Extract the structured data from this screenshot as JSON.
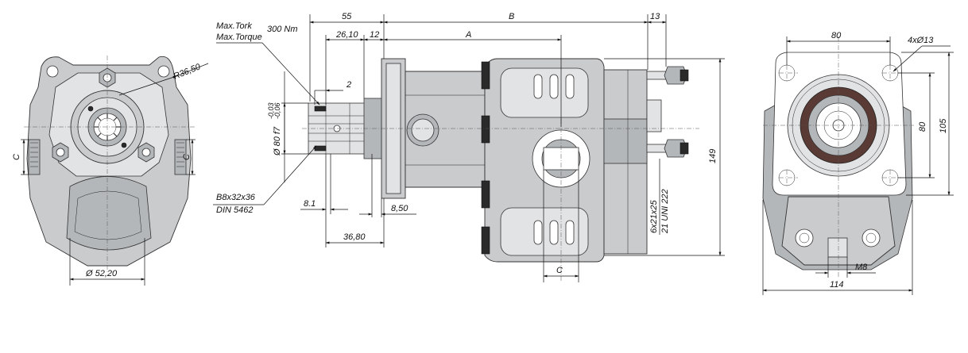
{
  "dimensions": {
    "d55": "55",
    "dB": "B",
    "d13": "13",
    "d2610": "26,10",
    "d12": "12",
    "dA": "A",
    "d2": "2",
    "d81": "8.1",
    "d850": "8,50",
    "d3680": "36,80",
    "d149": "149",
    "thread1": "6x21x25",
    "thread2": "21 UNI 222",
    "dC_front": "C",
    "dC_side": "C",
    "dC_bottom": "C",
    "r3650": "R36,50",
    "d5220": "Ø 52,20",
    "d80top": "80",
    "holes": "4xØ13",
    "d80side": "80",
    "d105": "105",
    "dM8": "M8",
    "d114": "114",
    "shaft_dia": "Ø 80 f7",
    "tol_upper": "-0,03",
    "tol_lower": "-0,06"
  },
  "labels": {
    "max_tork": "Max.Tork",
    "max_torque": "Max.Torque",
    "torque_value": "300 Nm",
    "spline1": "B8x32x36",
    "spline2": "DIN 5462"
  },
  "colors": {
    "body": "#c9cbcd",
    "shade": "#b4b7ba",
    "light": "#e2e3e4",
    "line": "#111111"
  }
}
